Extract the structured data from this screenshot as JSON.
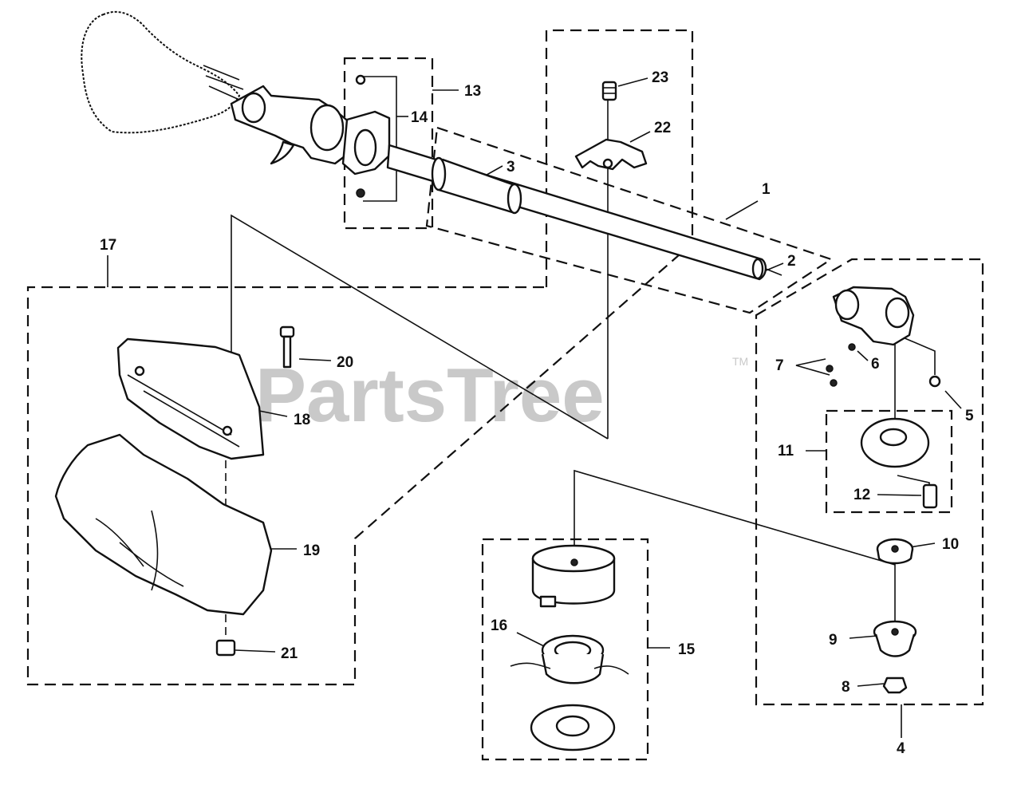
{
  "watermark": {
    "text": "PartsTree",
    "trademark": "TM",
    "color": "#c9c9c9"
  },
  "labels": {
    "l1": "1",
    "l2": "2",
    "l3": "3",
    "l4": "4",
    "l5": "5",
    "l6": "6",
    "l7": "7",
    "l8": "8",
    "l9": "9",
    "l10": "10",
    "l11": "11",
    "l12": "12",
    "l13": "13",
    "l14": "14",
    "l15": "15",
    "l16": "16",
    "l17": "17",
    "l18": "18",
    "l19": "19",
    "l20": "20",
    "l21": "21",
    "l22": "22",
    "l23": "23"
  },
  "icons": {
    "engine": "engine-housing-icon",
    "shaft": "drive-shaft-icon",
    "grip": "foam-grip-icon",
    "gearbox": "gearbox-head-icon",
    "guard": "debris-guard-icon",
    "spool": "trimmer-spool-icon"
  }
}
